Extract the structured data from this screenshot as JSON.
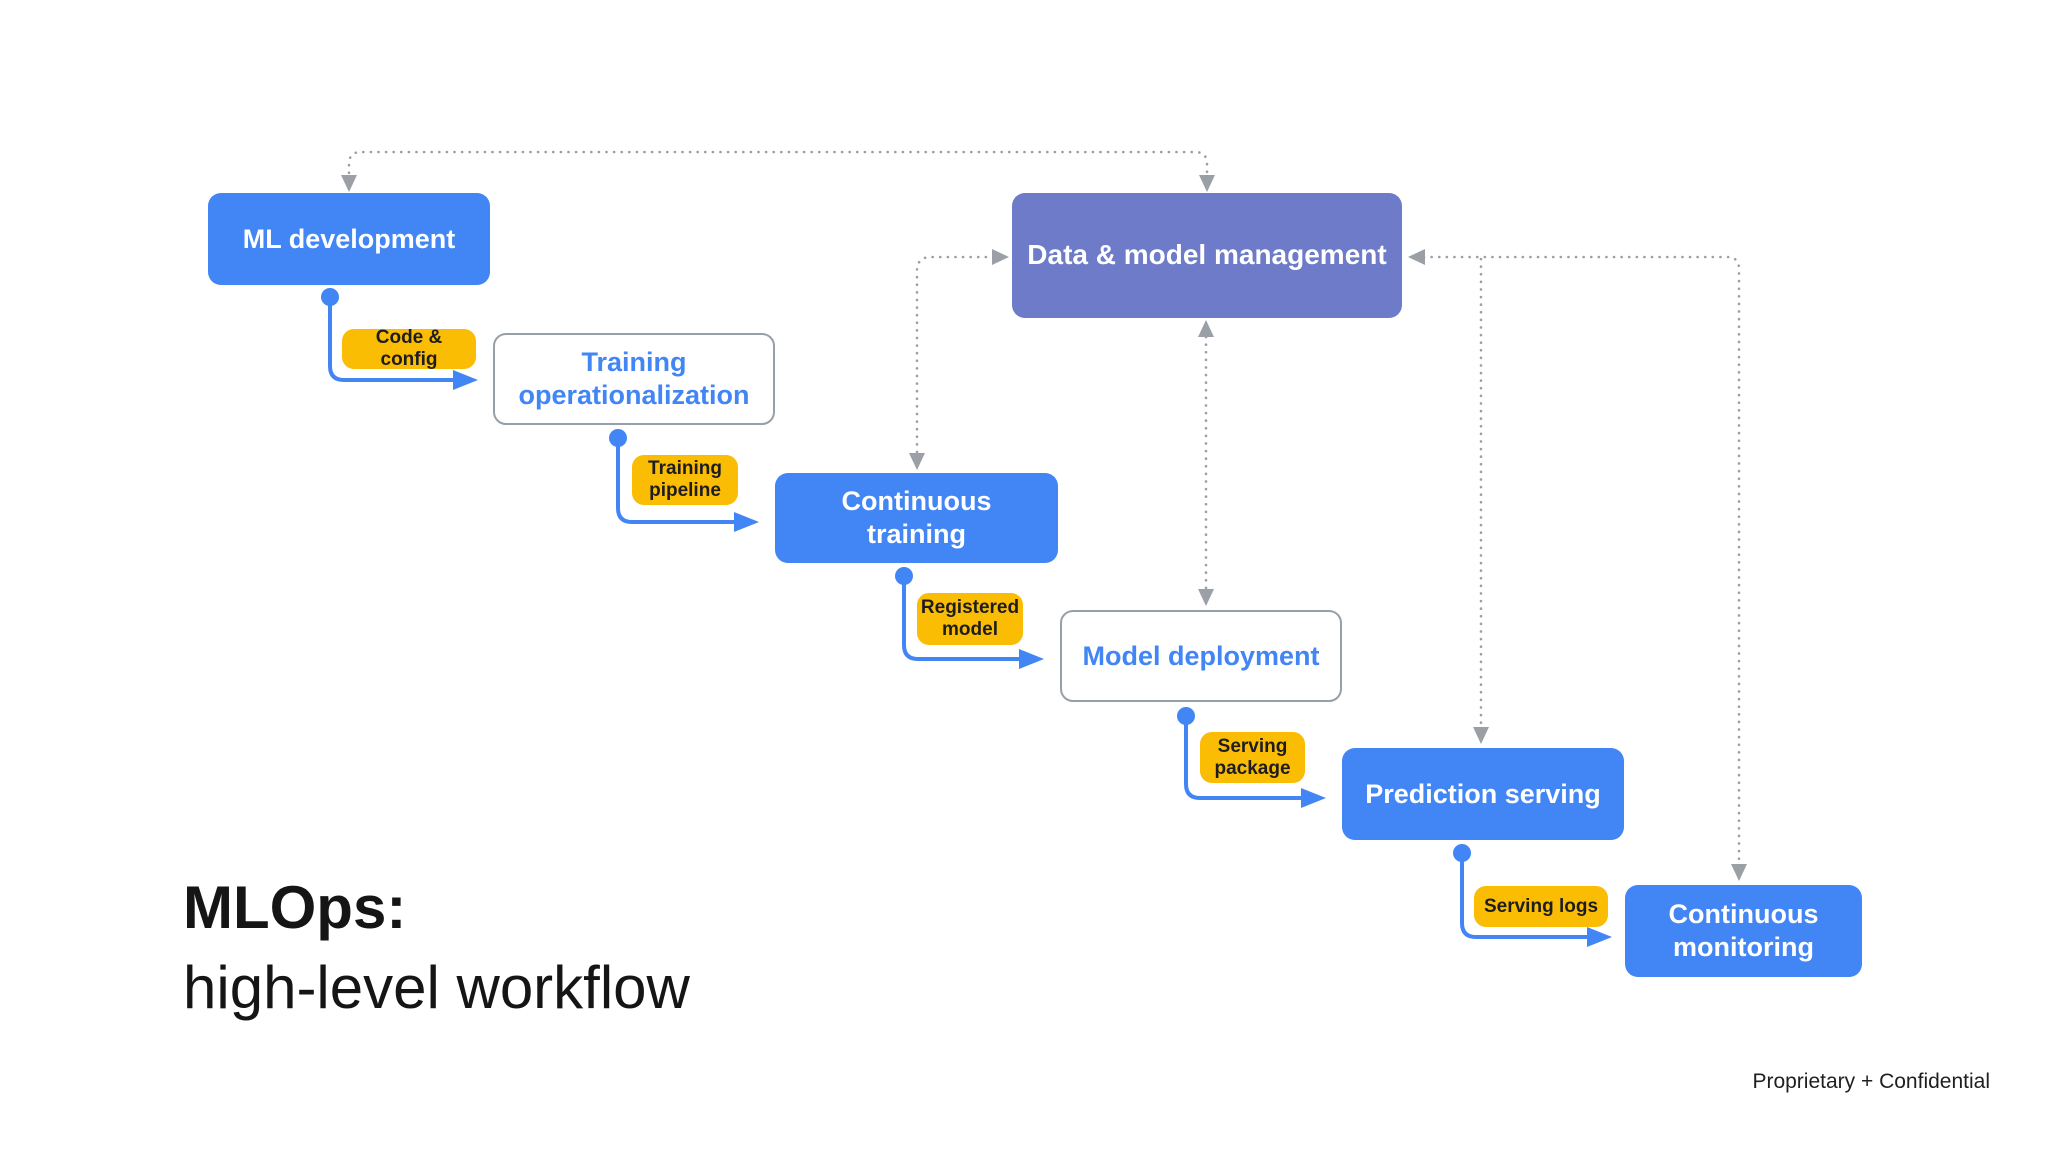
{
  "slide": {
    "title_line1": "MLOps:",
    "title_line2": "high-level workflow",
    "footer": "Proprietary + Confidential"
  },
  "nodes": [
    {
      "id": "ml-development",
      "label": "ML development",
      "style": "filled-blue"
    },
    {
      "id": "data-model-management",
      "label": "Data & model management",
      "style": "filled-indigo"
    },
    {
      "id": "training-operationalization",
      "label": "Training operationalization",
      "style": "outlined"
    },
    {
      "id": "continuous-training",
      "label": "Continuous training",
      "style": "filled-blue"
    },
    {
      "id": "model-deployment",
      "label": "Model deployment",
      "style": "outlined"
    },
    {
      "id": "prediction-serving",
      "label": "Prediction serving",
      "style": "filled-blue"
    },
    {
      "id": "continuous-monitoring",
      "label": "Continuous monitoring",
      "style": "filled-blue"
    }
  ],
  "artifacts": [
    {
      "id": "code-config",
      "label": "Code & config"
    },
    {
      "id": "training-pipeline",
      "label": "Training pipeline"
    },
    {
      "id": "registered-model",
      "label": "Registered model"
    },
    {
      "id": "serving-package",
      "label": "Serving package"
    },
    {
      "id": "serving-logs",
      "label": "Serving logs"
    }
  ],
  "colors": {
    "process_blue": "#4285f4",
    "management_indigo": "#6d7bc8",
    "artifact_yellow": "#fbbc04",
    "outlined_border_gray": "#98a0a7",
    "dotted_line_gray": "#9aa0a6",
    "connector_blue": "#4285f4",
    "text_dark": "#1f1f1f"
  }
}
